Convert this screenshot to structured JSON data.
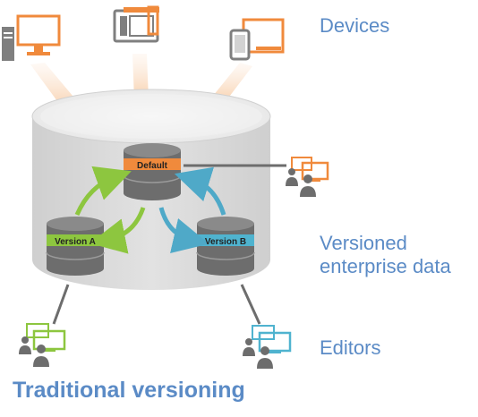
{
  "labels": {
    "devices": "Devices",
    "versioned_line1": "Versioned",
    "versioned_line2": "enterprise data",
    "editors": "Editors",
    "title": "Traditional versioning"
  },
  "databases": {
    "default": "Default",
    "version_a": "Version A",
    "version_b": "Version B"
  },
  "colors": {
    "label_blue": "#5b8bc6",
    "device_orange": "#f08a3c",
    "device_gray": "#7f7f7f",
    "cylinder_gray": "#d9d9d9",
    "db_gray": "#6d6d6d",
    "default_band": "#f08a3c",
    "version_a_band": "#8dc63f",
    "version_b_band": "#4fb3cf",
    "arrow_green": "#8dc63f",
    "arrow_blue": "#4fa9c8"
  },
  "icons": {
    "devices": [
      "desktop-computer-icon",
      "tablet-icon",
      "phone-and-tablet-icon"
    ],
    "editors": [
      "editor-group-orange-icon",
      "editor-group-green-icon",
      "editor-group-blue-icon"
    ]
  }
}
